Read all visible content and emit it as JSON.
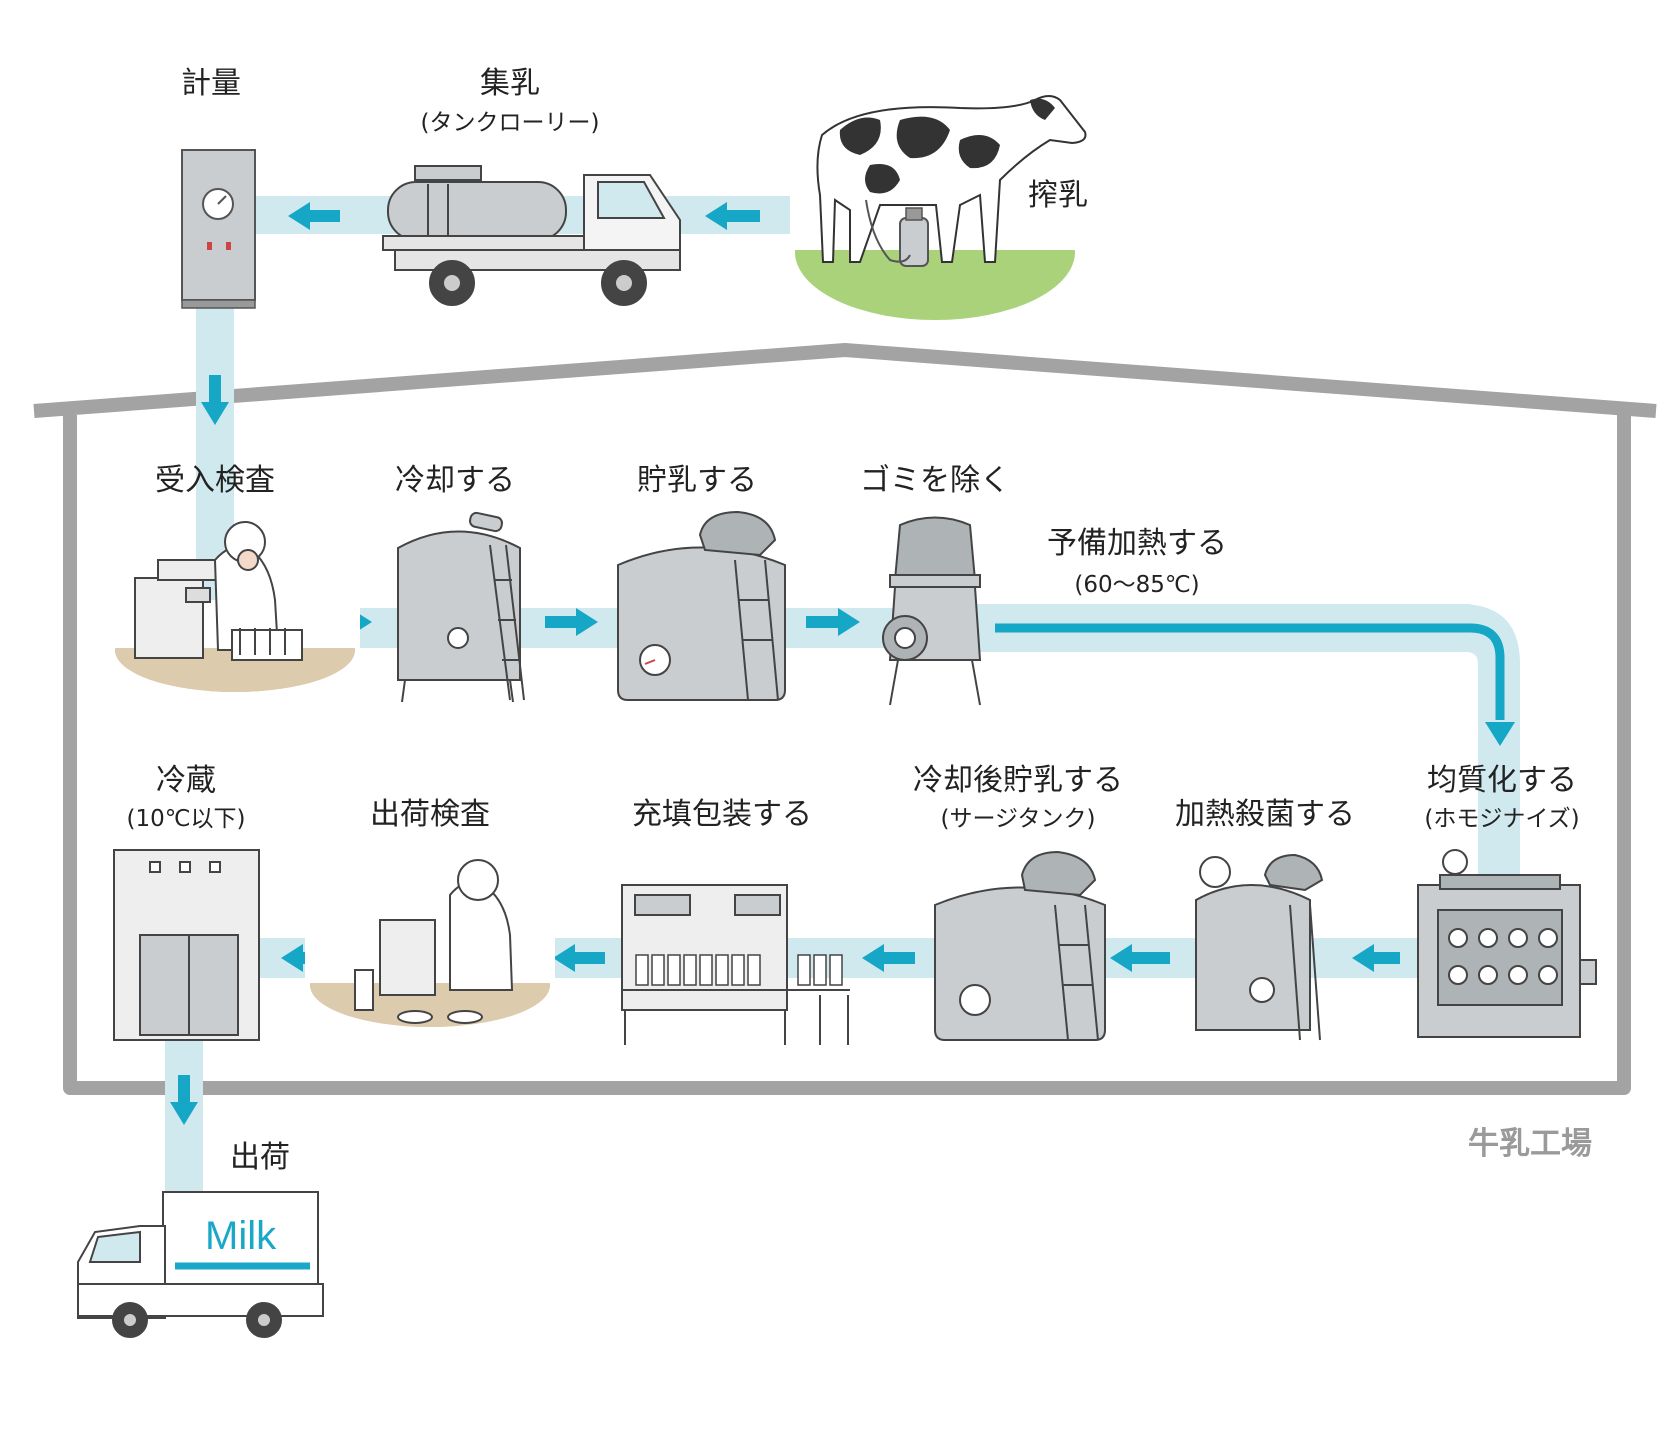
{
  "colors": {
    "flow_band": "#cfe9ee",
    "arrow": "#16a6c6",
    "factory_wall": "#a3a3a3",
    "steel": "#c9cdcf",
    "grass": "#a9d27a",
    "floor": "#dccbac"
  },
  "steps": {
    "keiryo": "計量",
    "shuunyuu": "集乳",
    "shuunyuu_sub": "(タンクローリー)",
    "sakunyuu": "搾乳",
    "ukeire": "受入検査",
    "reikyaku": "冷却する",
    "chonyuu": "貯乳する",
    "gomi": "ゴミを除く",
    "yobikanetsu": "予備加熱する",
    "yobikanetsu_sub": "(60〜85℃)",
    "kinshitsu": "均質化する",
    "kinshitsu_sub": "(ホモジナイズ)",
    "kanetsu": "加熱殺菌する",
    "reikyakugo": "冷却後貯乳する",
    "reikyakugo_sub": "(サージタンク)",
    "juuten": "充填包装する",
    "shukka_kensa": "出荷検査",
    "reizou": "冷蔵",
    "reizou_sub": "(10℃以下)",
    "shukka": "出荷"
  },
  "factory_label": "牛乳工場",
  "truck_label": "Milk",
  "icons": [
    "weighing-machine-icon",
    "tanker-truck-icon",
    "cow-icon",
    "inspector-microscope-icon",
    "cooling-tank-icon",
    "storage-tank-icon",
    "clarifier-icon",
    "homogenizer-icon",
    "pasteurizer-icon",
    "surge-tank-icon",
    "filling-machine-icon",
    "refrigerator-icon",
    "delivery-truck-icon"
  ]
}
